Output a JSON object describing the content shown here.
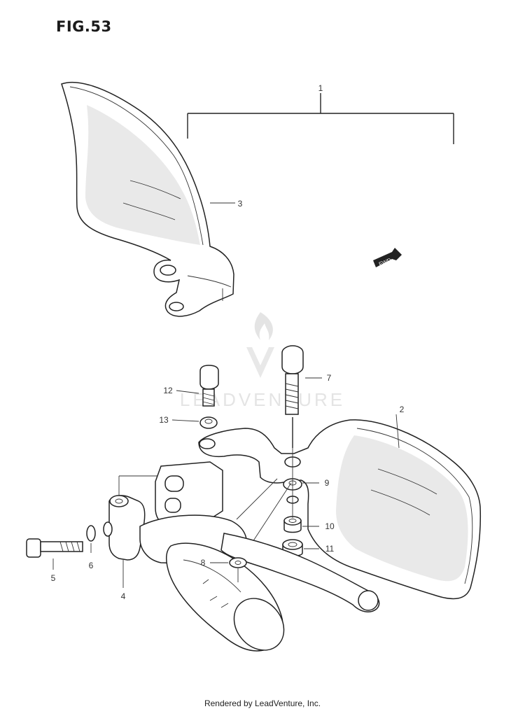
{
  "figure": {
    "title": "FIG.53",
    "watermark": "LEADVENTURE",
    "fwd_label": "FWD",
    "footer": "Rendered by LeadVenture, Inc."
  },
  "callouts": [
    {
      "id": "1",
      "label": "1"
    },
    {
      "id": "2",
      "label": "2"
    },
    {
      "id": "3",
      "label": "3"
    },
    {
      "id": "4",
      "label": "4"
    },
    {
      "id": "5",
      "label": "5"
    },
    {
      "id": "6",
      "label": "6"
    },
    {
      "id": "7",
      "label": "7"
    },
    {
      "id": "8",
      "label": "8"
    },
    {
      "id": "9",
      "label": "9"
    },
    {
      "id": "10",
      "label": "10"
    },
    {
      "id": "11",
      "label": "11"
    },
    {
      "id": "12",
      "label": "12"
    },
    {
      "id": "13",
      "label": "13"
    }
  ],
  "colors": {
    "line": "#222222",
    "watermark": "#cfcfcf",
    "background": "#ffffff"
  }
}
